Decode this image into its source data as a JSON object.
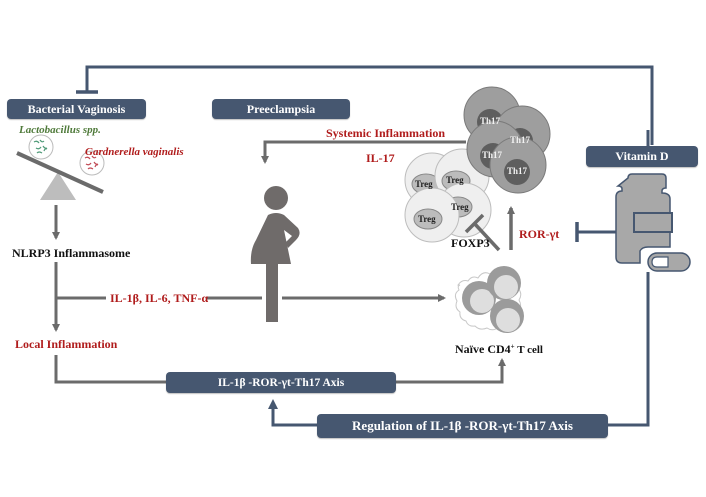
{
  "boxes": {
    "bacterial_vaginosis": "Bacterial Vaginosis",
    "preeclampsia": "Preeclampsia",
    "vitamin_d": "Vitamin D",
    "axis": "IL-1β -ROR-γt-Th17 Axis",
    "regulation": "Regulation of IL-1β -ROR-γt-Th17 Axis"
  },
  "labels": {
    "lactobacillus": "Lactobacillus spp.",
    "gardnerella": "Gardnerella vaginalis",
    "nlrp3": "NLRP3 Inflammasome",
    "cytokines": "IL-1β, IL-6, TNF-α",
    "local_inflammation": "Local Inflammation",
    "systemic_inflammation": "Systemic Inflammation",
    "il17": "IL-17",
    "foxp3": "FOXP3",
    "ror_gt": "ROR-γt",
    "naive_cd4_prefix": "Naïve CD4",
    "naive_cd4_sup": "+",
    "naive_cd4_suffix": " T cell"
  },
  "cells": {
    "treg_label": "Treg",
    "th17_label": "Th17",
    "treg_count": 4,
    "th17_count": 4
  },
  "icons": {
    "balance": "seesaw-icon",
    "pregnant_woman": "pregnant-woman-icon",
    "supplement_bottle": "supplement-bottle-icon",
    "naive_cells": "naive-t-cell-icon"
  },
  "colors": {
    "box_fill": "#465770",
    "inhibit_line": "#465770",
    "arrow_gray": "#6b6b6b",
    "accent_red": "#b01c1c",
    "lacto_green": "#4f7a3a"
  }
}
